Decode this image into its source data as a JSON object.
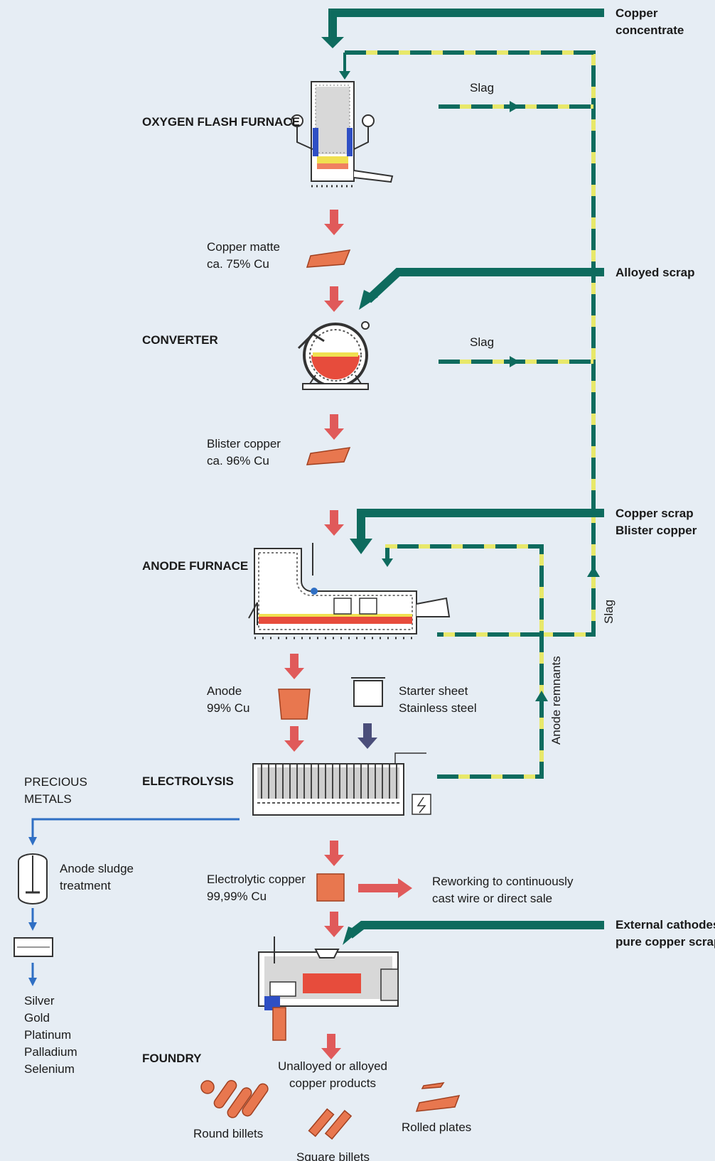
{
  "stages": {
    "oxygen_flash_furnace": "OXYGEN FLASH FURNACE",
    "converter": "CONVERTER",
    "anode_furnace": "ANODE FURNACE",
    "electrolysis": "ELECTROLYSIS",
    "foundry": "FOUNDRY"
  },
  "inputs": {
    "copper_concentrate": [
      "Copper",
      "concentrate"
    ],
    "alloyed_scrap": "Alloyed scrap",
    "copper_scrap": [
      "Copper scrap",
      "Blister copper"
    ],
    "external_cathodes": [
      "External cathodes,",
      "pure copper scrap"
    ]
  },
  "products": {
    "copper_matte": [
      "Copper matte",
      "ca. 75% Cu"
    ],
    "blister_copper": [
      "Blister copper",
      "ca. 96% Cu"
    ],
    "anode": [
      "Anode",
      "99% Cu"
    ],
    "starter_sheet": [
      "Starter sheet",
      "Stainless steel"
    ],
    "electrolytic_copper": [
      "Electrolytic copper",
      "99,99% Cu"
    ],
    "reworking": [
      "Reworking to continuously",
      "cast wire or direct sale"
    ],
    "unalloyed": [
      "Unalloyed or alloyed",
      "copper products"
    ],
    "round_billets": "Round billets",
    "square_billets": "Square billets",
    "rolled_plates": "Rolled plates"
  },
  "byproducts": {
    "slag_1": "Slag",
    "slag_2": "Slag",
    "slag_vertical": "Slag",
    "anode_remnants": "Anode remnants"
  },
  "precious": {
    "title": [
      "PRECIOUS",
      "METALS"
    ],
    "sludge": [
      "Anode sludge",
      "treatment"
    ],
    "metals": [
      "Silver",
      "Gold",
      "Platinum",
      "Palladium",
      "Selenium"
    ]
  },
  "colors": {
    "background": "#e6edf4",
    "teal_flow": "#0e6b5e",
    "yellow_flow": "#e8e86a",
    "red_arrow": "#e05a5a",
    "blue_line": "#2f6fc4",
    "copper": "#e8774f"
  }
}
